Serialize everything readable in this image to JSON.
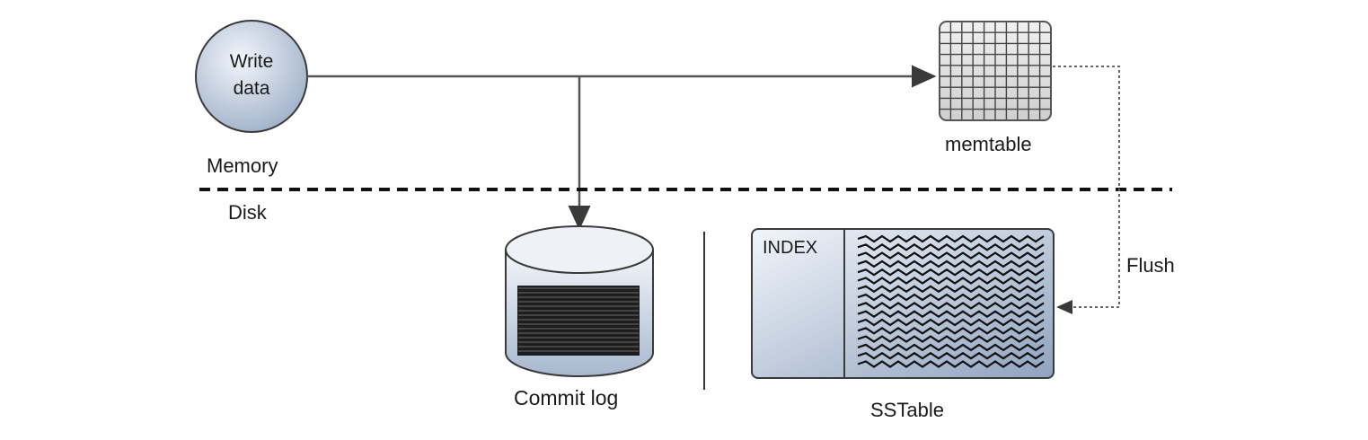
{
  "write_node": {
    "line1": "Write",
    "line2": "data"
  },
  "memtable": {
    "label": "memtable"
  },
  "regions": {
    "memory": "Memory",
    "disk": "Disk"
  },
  "commit_log": {
    "label": "Commit log"
  },
  "sstable": {
    "index_label": "INDEX",
    "label": "SSTable"
  },
  "flush": {
    "label": "Flush"
  },
  "colors": {
    "stroke": "#3a3a3a",
    "fill_light": "#dfe6ef",
    "fill_dark": "#8fa3bf"
  }
}
